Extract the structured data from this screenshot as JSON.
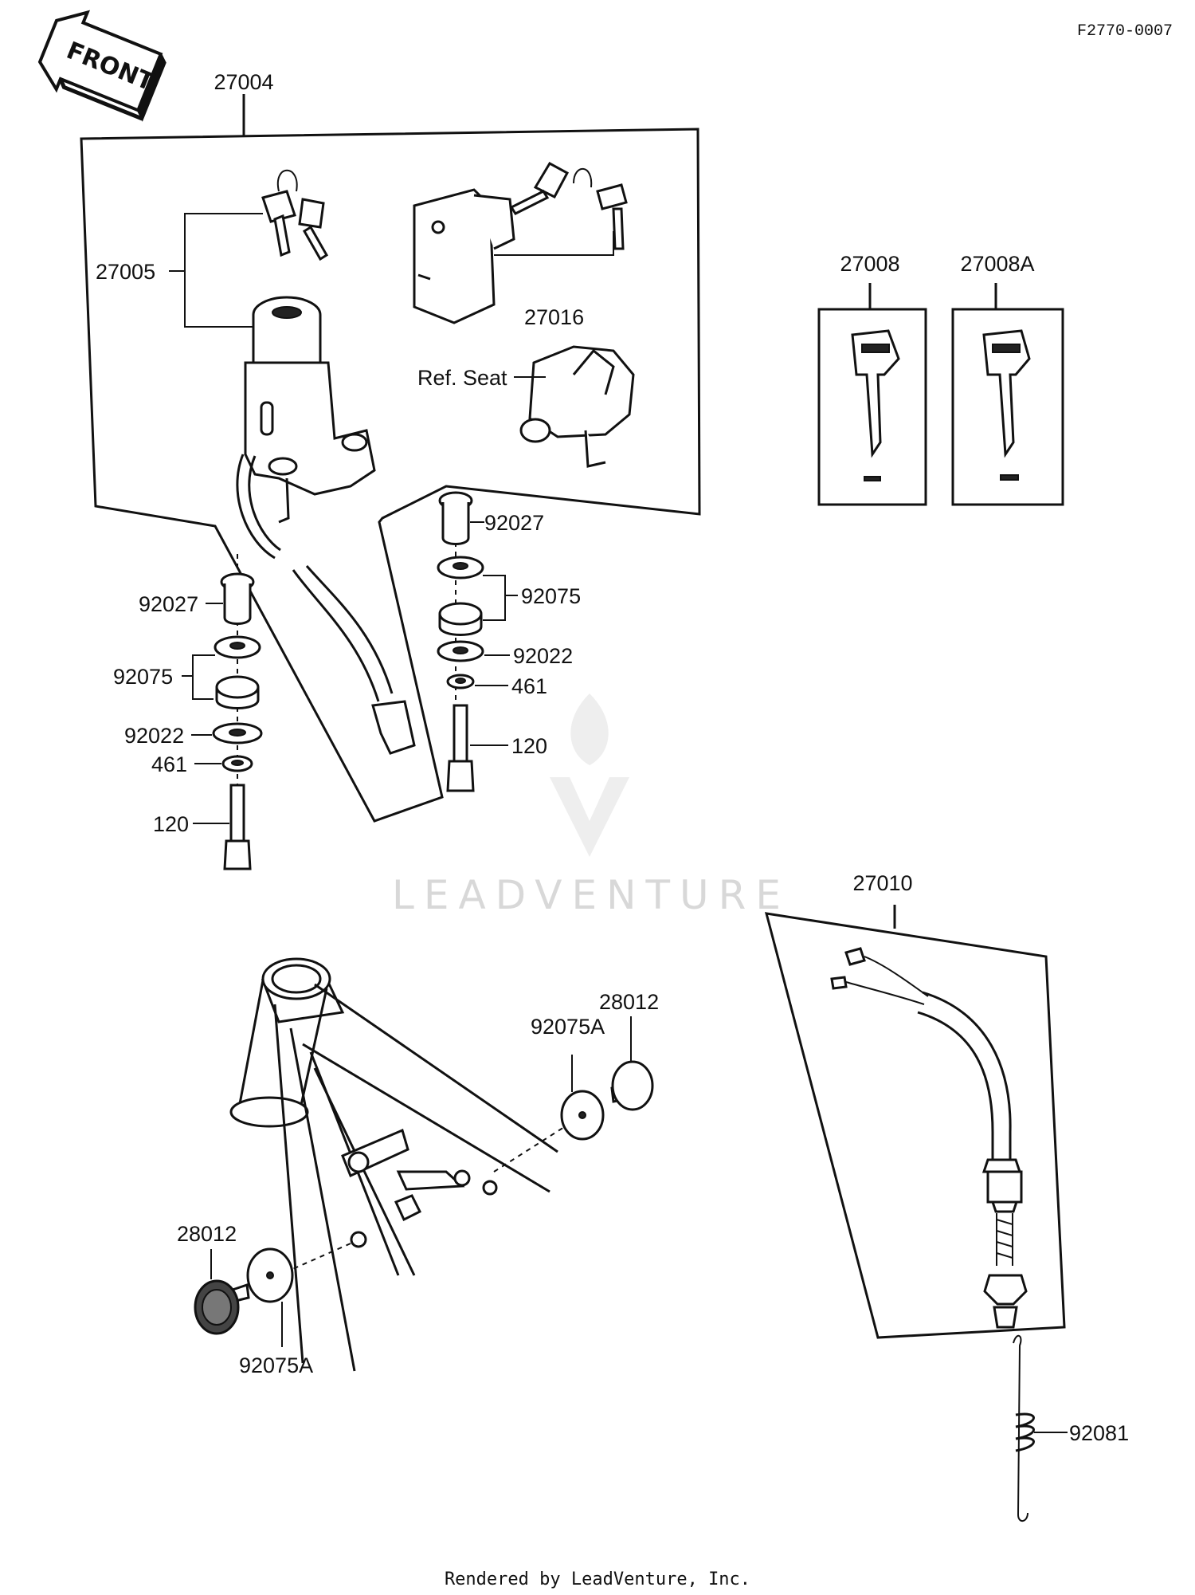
{
  "drawing_code": "F2770-0007",
  "front_arrow_label": "FRONT",
  "labels": {
    "ignition_switch": "27004",
    "key_set": "27005",
    "lock_set": "27016",
    "ref_seat": "Ref. Seat",
    "key_blank": "27008",
    "key_blank_a": "27008A",
    "collar_left": "92027",
    "damper_left": "92075",
    "washer_left": "92022",
    "lockwasher_left": "461",
    "bolt_left": "120",
    "collar_right": "92027",
    "damper_right": "92075",
    "washer_right": "92022",
    "lockwasher_right": "461",
    "bolt_right": "120",
    "reflector_right": "28012",
    "damper_right_a": "92075A",
    "reflector_left": "28012",
    "damper_left_a": "92075A",
    "brake_switch": "27010",
    "spring": "92081"
  },
  "watermark": "LEADVENTURE",
  "footer": "Rendered by LeadVenture, Inc."
}
